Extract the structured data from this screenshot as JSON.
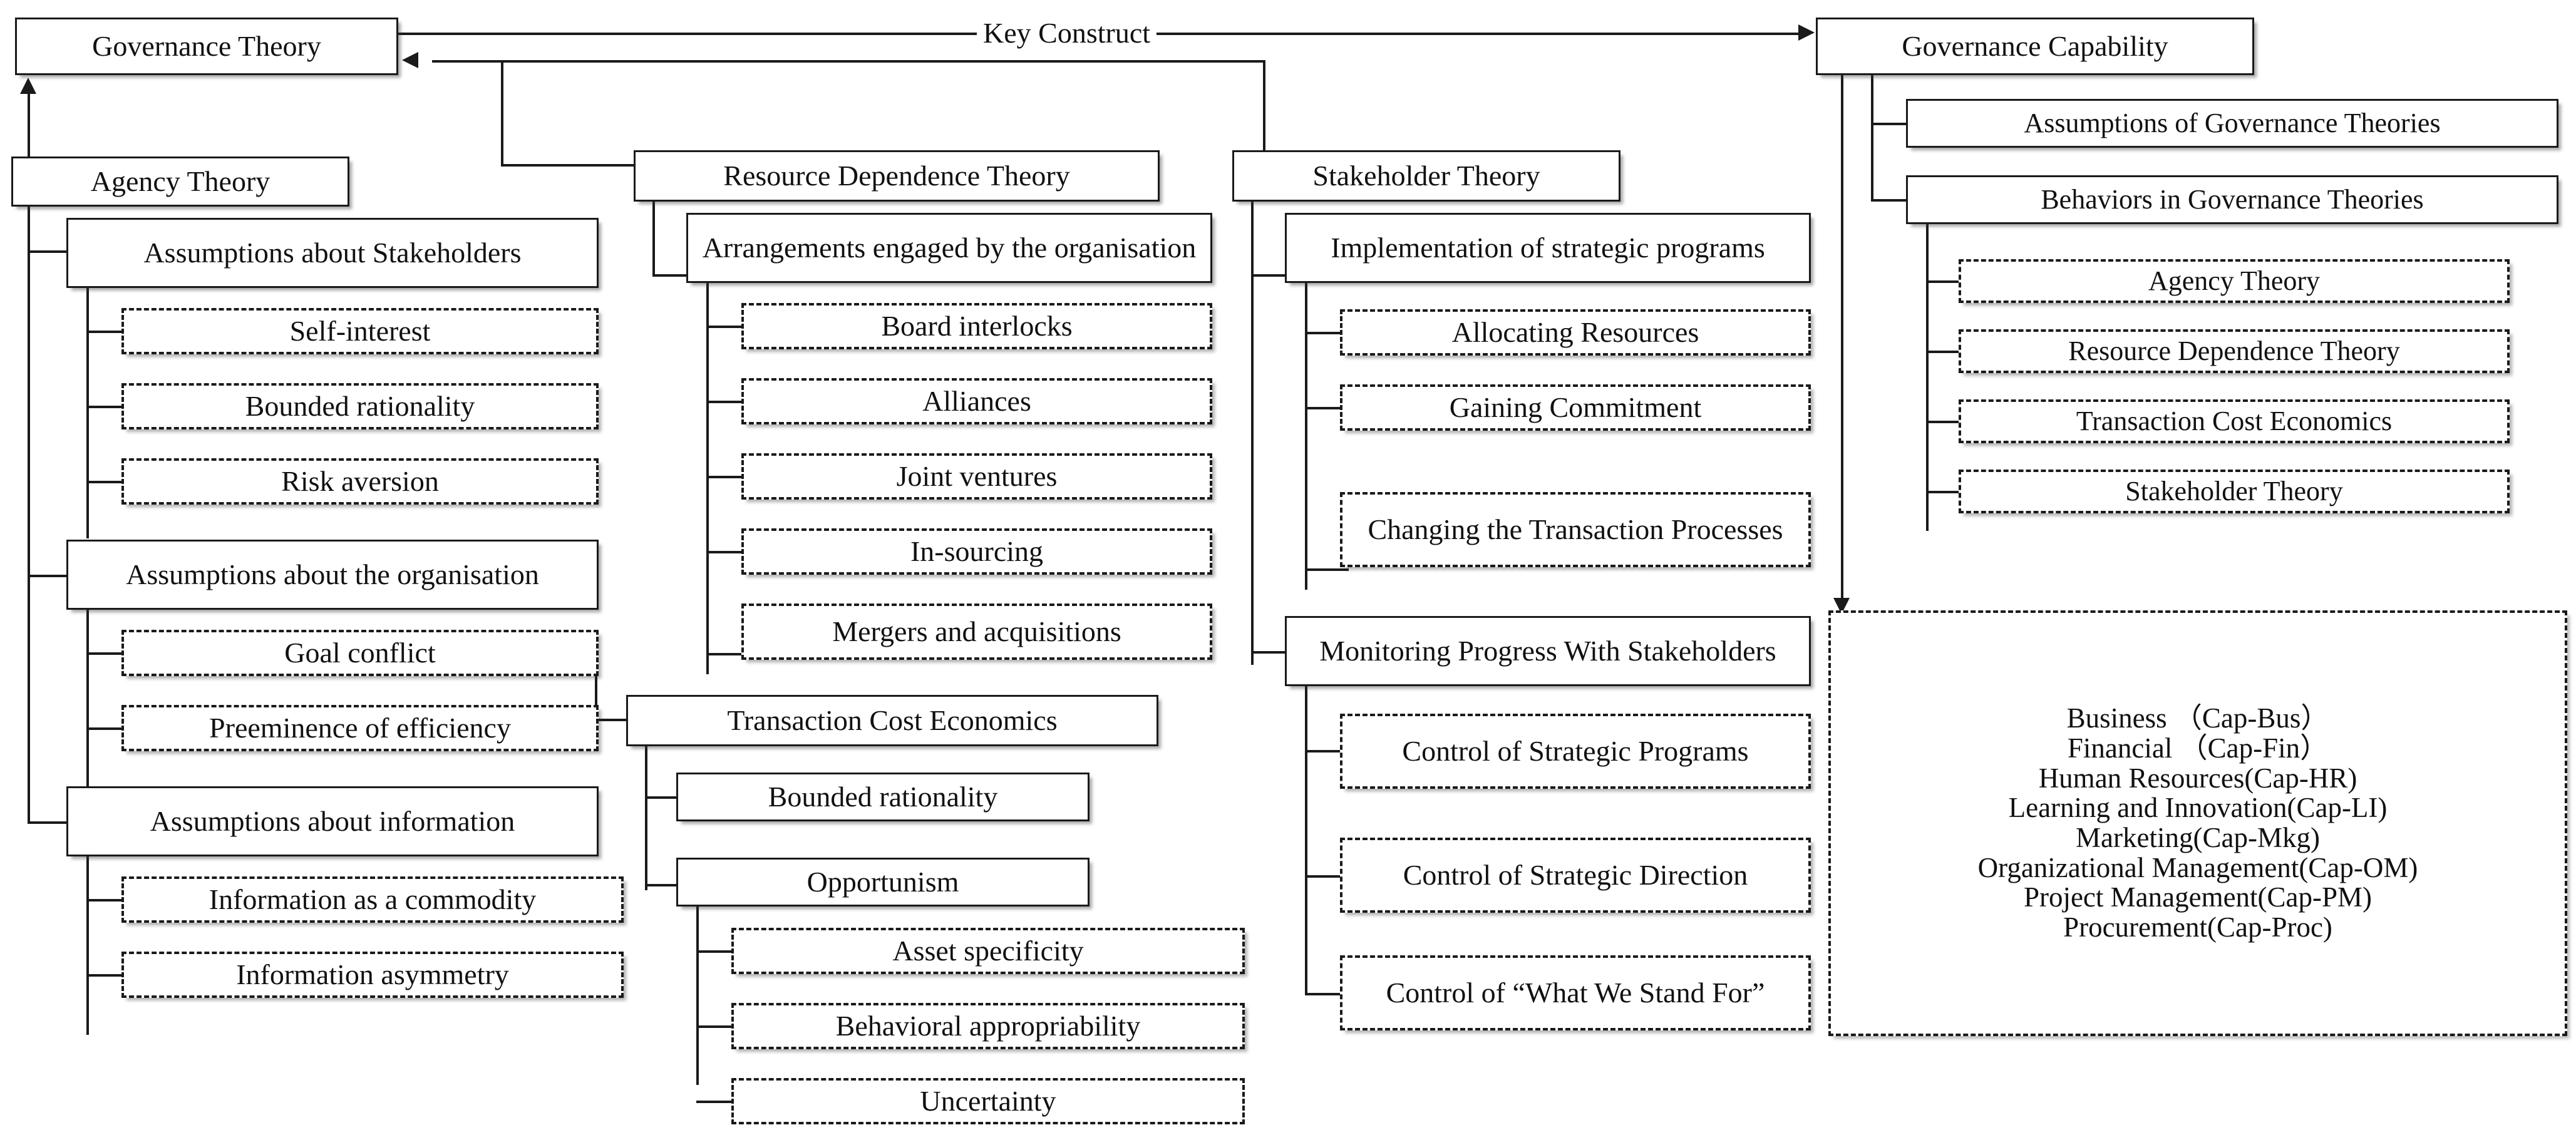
{
  "diagram": {
    "title_label": "Key Construct",
    "roots": {
      "governance_theory": "Governance Theory",
      "governance_capability": "Governance Capability"
    },
    "columns": [
      {
        "id": "agency-theory",
        "head": "Agency Theory",
        "groups": [
          {
            "title": "Assumptions about Stakeholders",
            "items": [
              "Self-interest",
              "Bounded rationality",
              "Risk aversion"
            ]
          },
          {
            "title": "Assumptions about the organisation",
            "items": [
              "Goal conflict",
              "Preeminence of efficiency"
            ]
          },
          {
            "title": "Assumptions about information",
            "items": [
              "Information as a commodity",
              "Information asymmetry"
            ]
          }
        ]
      },
      {
        "id": "resource-dependence-theory",
        "head": "Resource Dependence Theory",
        "groups": [
          {
            "title": "Arrangements engaged by the organisation",
            "items": [
              "Board interlocks",
              "Alliances",
              "Joint ventures",
              "In-sourcing",
              "Mergers and acquisitions"
            ]
          }
        ]
      },
      {
        "id": "transaction-cost-economics",
        "head": "Transaction Cost Economics",
        "groups": [
          {
            "title": "Bounded rationality",
            "items": []
          },
          {
            "title": "Opportunism",
            "items": [
              "Asset specificity",
              "Behavioral appropriability",
              "Uncertainty"
            ]
          }
        ]
      },
      {
        "id": "stakeholder-theory",
        "head": "Stakeholder Theory",
        "groups": [
          {
            "title": "Implementation of strategic programs",
            "items": [
              "Allocating Resources",
              "Gaining Commitment",
              "Changing the Transaction Processes"
            ]
          },
          {
            "title": "Monitoring Progress With Stakeholders",
            "items": [
              "Control of Strategic Programs",
              "Control of Strategic Direction",
              "Control of “What We Stand For”"
            ]
          }
        ]
      }
    ],
    "capability_branches": [
      {
        "title": "Assumptions of Governance Theories",
        "items": []
      },
      {
        "title": "Behaviors in Governance Theories",
        "items": [
          "Agency Theory",
          "Resource Dependence Theory",
          "Transaction Cost Economics",
          "Stakeholder Theory"
        ]
      }
    ],
    "capability_list": [
      "Business （Cap-Bus）",
      "Financial （Cap-Fin）",
      "Human Resources(Cap-HR)",
      "Learning and Innovation(Cap-LI)",
      "Marketing(Cap-Mkg)",
      "Organizational Management(Cap-OM)",
      "Project Management(Cap-PM)",
      "Procurement(Cap-Proc)"
    ]
  }
}
